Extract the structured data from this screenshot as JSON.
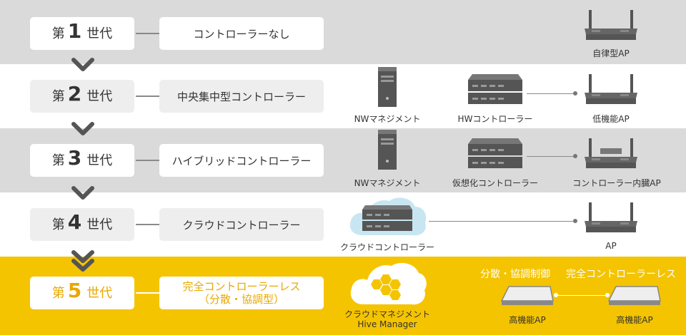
{
  "generations": [
    {
      "prefix": "第",
      "num": "1",
      "suffix": "世代",
      "name": "コントローラーなし"
    },
    {
      "prefix": "第",
      "num": "2",
      "suffix": "世代",
      "name": "中央集中型コントローラー"
    },
    {
      "prefix": "第",
      "num": "3",
      "suffix": "世代",
      "name": "ハイブリッドコントローラー"
    },
    {
      "prefix": "第",
      "num": "4",
      "suffix": "世代",
      "name": "クラウドコントローラー"
    },
    {
      "prefix": "第",
      "num": "5",
      "suffix": "世代",
      "name_line1": "完全コントローラーレス",
      "name_line2": "（分散・協調型）"
    }
  ],
  "labels": {
    "ap_standalone": "自律型AP",
    "nw_mgmt_2": "NWマネジメント",
    "hw_controller": "HWコントローラー",
    "ap_low": "低機能AP",
    "nw_mgmt_3": "NWマネジメント",
    "virtual_controller": "仮想化コントローラー",
    "ap_builtin": "コントローラー内臓AP",
    "cloud_controller": "クラウドコントローラー",
    "ap": "AP",
    "cloud_mgmt_1": "クラウドマネジメント",
    "cloud_mgmt_2": "Hive Manager",
    "distributed": "分散・協調制御",
    "controllerless": "完全コントローラーレス",
    "ap_high_1": "高機能AP",
    "ap_high_2": "高機能AP"
  },
  "colors": {
    "gray_band": "#dadada",
    "yellow_band": "#f5c400",
    "accent": "#e8a800",
    "device": "#555555"
  },
  "icons": [
    "router-icon",
    "server-tower-icon",
    "controller-appliance-icon",
    "cloud-icon",
    "honeycomb-cloud-icon",
    "flat-ap-icon",
    "chevron-down-icon"
  ]
}
